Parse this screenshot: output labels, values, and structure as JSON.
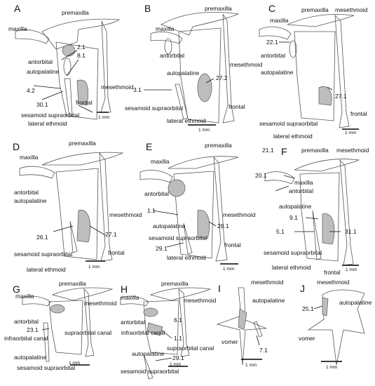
{
  "panels": {
    "A": {
      "letter": "A",
      "premaxilla": "premaxilla",
      "maxilla": "maxilla",
      "antorbital": "antorbital",
      "autopalatine": "autopalatine",
      "mesethmoid": "mesethmoid",
      "frontal": "frontal",
      "sesamoid": "sesamoid supraorbital",
      "lateral_ethmoid": "lateral ethmoid",
      "n1": "2.1",
      "n2": "8.1",
      "n3": "4.2",
      "n4": "30.1",
      "scale": "1 mm"
    },
    "B": {
      "letter": "B",
      "premaxilla": "premaxilla",
      "maxilla": "maxilla",
      "antorbital": "antorbital",
      "autopalatine": "autopalatine",
      "mesethmoid": "mesethmoid",
      "frontal": "frontal",
      "sesamoid": "sesamoid supraorbital",
      "lateral_ethmoid": "lateral ethmoid",
      "n1": "27.2",
      "n2": "3.1",
      "scale": "1 mm"
    },
    "C": {
      "letter": "C",
      "premaxilla": "premaxilla",
      "mesethmoid": "mesethmoid",
      "maxilla": "maxilla",
      "antorbital": "antorbital",
      "autopalatine": "autopalatine",
      "frontal": "frontal",
      "sesamoid": "sesamoid supraorbital",
      "lateral_ethmoid": "lateral ethmoid",
      "n1": "22.1",
      "n2": "27.1",
      "scale": "1 mm"
    },
    "D": {
      "letter": "D",
      "premaxilla": "premaxilla",
      "maxilla": "maxilla",
      "antorbital": "antorbital",
      "autopalatine": "autopalatine",
      "mesethmoid": "mesethmoid",
      "frontal": "frontal",
      "sesamoid": "sesamoid supraorbital",
      "lateral_ethmoid": "lateral ethmoid",
      "n1": "26.1",
      "n2": "27.1",
      "scale": "1 mm"
    },
    "E": {
      "letter": "E",
      "premaxilla": "premaxilla",
      "maxilla": "maxilla",
      "antorbital": "antorbital",
      "autopalatine": "autopalatine",
      "mesethmoid": "mesethmoid",
      "frontal": "frontal",
      "sesamoid": "sesamoid supraorbital",
      "lateral_ethmoid": "lateral ethmoid",
      "n1": "1.1",
      "n2": "28.1",
      "n3": "29.1",
      "scale": "1 mm"
    },
    "F": {
      "letter": "F",
      "premaxilla": "premaxilla",
      "mesethmoid": "mesethmoid",
      "maxilla": "maxilla",
      "antorbital": "antorbital",
      "autopalatine": "autopalatine",
      "frontal": "frontal",
      "sesamoid": "sesamoid supraorbital",
      "lateral_ethmoid": "lateral ethmoid",
      "n1": "21.1",
      "n2": "20.1",
      "n3": "9.1",
      "n4": "5.1",
      "n5": "31.1",
      "scale": "1 mm"
    },
    "G": {
      "letter": "G",
      "premaxilla": "premaxilla",
      "maxilla": "maxilla",
      "mesethmoid": "mesethmoid",
      "antorbital": "antorbital",
      "infraorbital": "infraorbital canal",
      "supraorbital": "supraorbital canal",
      "autopalatine": "autopalatine",
      "sesamoid": "sesamoid supraorbital",
      "n1": "23.1",
      "scale": "1 mm"
    },
    "H": {
      "letter": "H",
      "premaxilla": "premaxilla",
      "maxilla": "maxilla",
      "mesethmoid": "mesethmoid",
      "antorbital": "antorbital",
      "infraorbital": "infraorbital canal",
      "supraorbital": "supraorbital canal",
      "autopalatine": "autopalatine",
      "sesamoid": "sesamoid supraorbital",
      "n1": "6.1",
      "n2": "1.1",
      "n3": "29.1",
      "scale": "1 mm"
    },
    "I": {
      "letter": "I",
      "mesethmoid": "mesethmoid",
      "autopalatine": "autopalatine",
      "vomer": "vomer",
      "n1": "7.1",
      "scale": "1 mm"
    },
    "J": {
      "letter": "J",
      "mesethmoid": "mesethmoid",
      "autopalatine": "autopalatine",
      "vomer": "vomer",
      "n1": "25.1",
      "scale": "1 mm"
    }
  }
}
